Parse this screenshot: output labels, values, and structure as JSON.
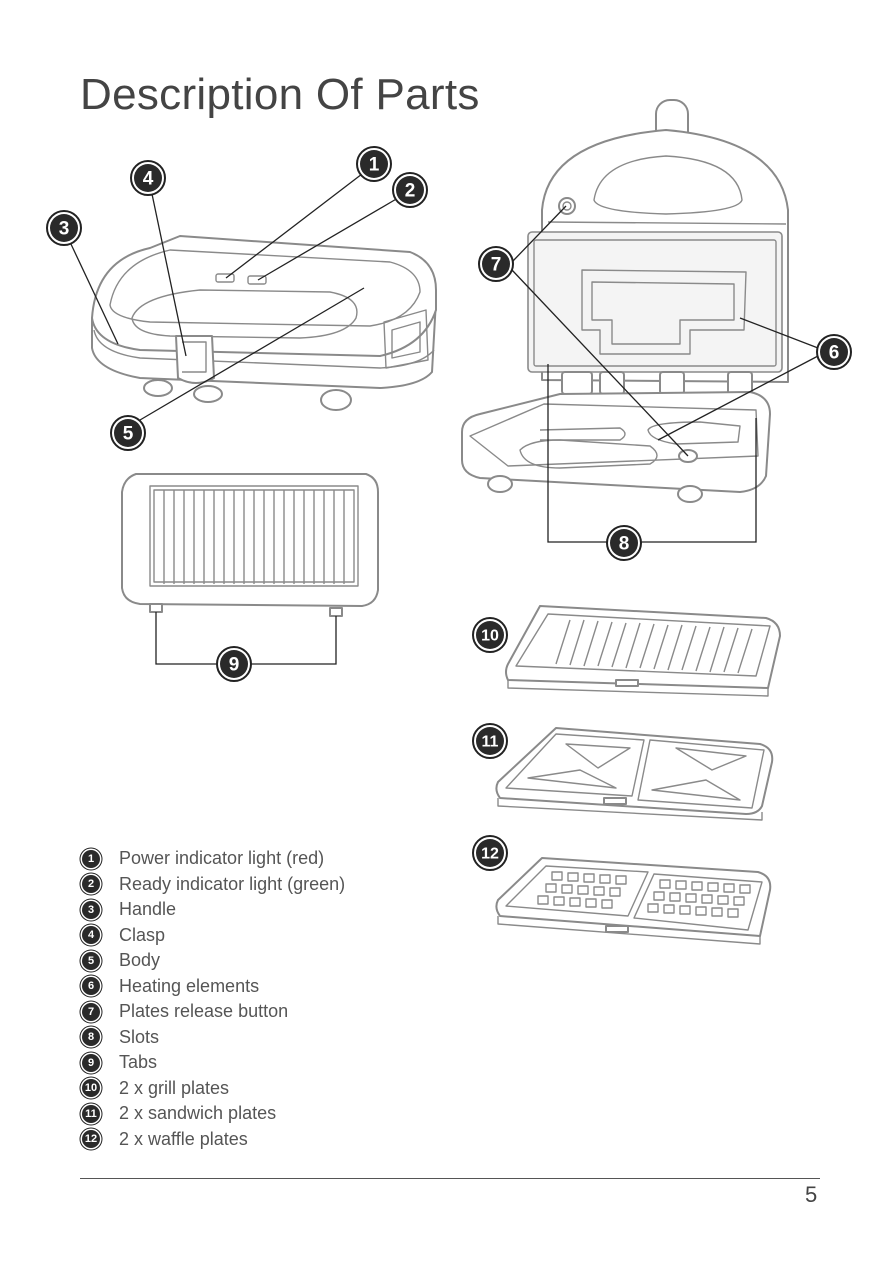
{
  "page": {
    "title": "Description Of Parts",
    "page_number": "5"
  },
  "callouts": [
    "1",
    "2",
    "3",
    "4",
    "5",
    "6",
    "7",
    "8",
    "9",
    "10",
    "11",
    "12"
  ],
  "legend": [
    {
      "num": "1",
      "label": "Power indicator light (red)"
    },
    {
      "num": "2",
      "label": "Ready indicator light (green)"
    },
    {
      "num": "3",
      "label": "Handle"
    },
    {
      "num": "4",
      "label": "Clasp"
    },
    {
      "num": "5",
      "label": "Body"
    },
    {
      "num": "6",
      "label": "Heating elements"
    },
    {
      "num": "7",
      "label": "Plates release button"
    },
    {
      "num": "8",
      "label": "Slots"
    },
    {
      "num": "9",
      "label": "Tabs"
    },
    {
      "num": "10",
      "label": "2 x grill plates"
    },
    {
      "num": "11",
      "label": "2 x sandwich plates"
    },
    {
      "num": "12",
      "label": "2 x waffle plates"
    }
  ]
}
